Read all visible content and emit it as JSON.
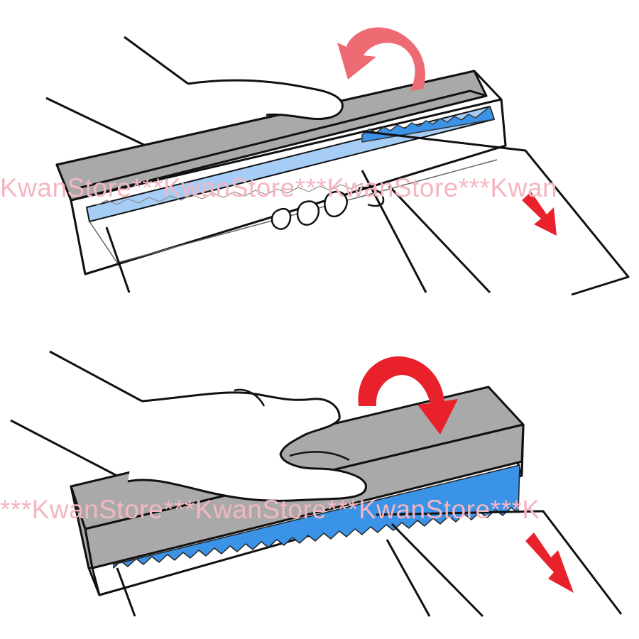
{
  "image": {
    "watermark_text": "KwanStore***KwanStore***KwanStore***Kwan",
    "watermark_text_lower": "***KwanStore***KwanStore***KwanStore***K",
    "colors": {
      "box_gray": "#a9a9a9",
      "film_blue": "#3b93e8",
      "film_blue_light": "#a6cdf5",
      "arrow_red": "#e8212b",
      "arrow_pink": "#ef6b74",
      "outline": "#111111",
      "watermark": "#f4b6c0"
    },
    "panels": [
      {
        "step": "open-lid",
        "arrow_direction": "counterclockwise"
      },
      {
        "step": "close-lid-and-cut",
        "arrow_direction": "clockwise"
      }
    ]
  }
}
